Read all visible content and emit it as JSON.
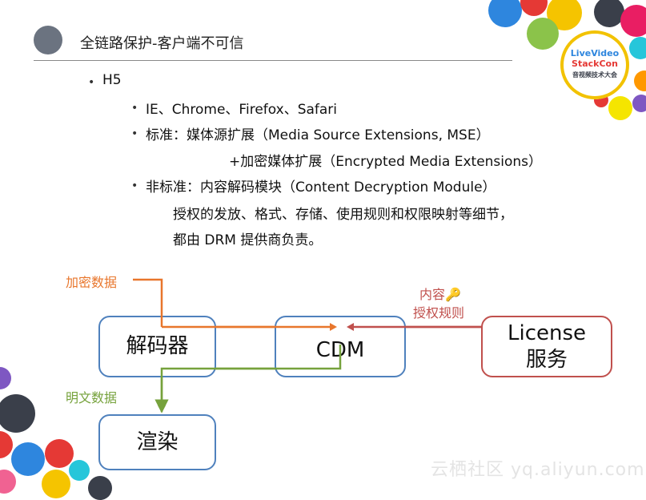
{
  "header": {
    "title": "全链路保护-客户端不可信"
  },
  "logo": {
    "line1": "LiveVideo",
    "line2": "StackCon",
    "line3": "音视频技术大会"
  },
  "content": {
    "h5": "H5",
    "browsers": "IE、Chrome、Firefox、Safari",
    "standard": "标准：媒体源扩展（Media Source Extensions, MSE）",
    "standard_cont": "+加密媒体扩展（Encrypted Media Extensions）",
    "nonstandard": "非标准：内容解码模块（Content Decryption Module）",
    "nonstandard_line2": "授权的发放、格式、存储、使用规则和权限映射等细节，",
    "nonstandard_line3": "都由 DRM 提供商负责。"
  },
  "diagram": {
    "decoder": "解码器",
    "cdm": "CDM",
    "license_line1": "License",
    "license_line2": "服务",
    "render": "渲染",
    "encrypted_data": "加密数据",
    "plain_data": "明文数据",
    "content_key_line1": "内容🔑",
    "content_key_line2": "授权规则"
  },
  "colors": {
    "orange": "#e8762c",
    "green": "#76a23c",
    "red": "#c0504d",
    "blue": "#4f81bd"
  },
  "watermark": "云栖社区 yq.aliyun.com"
}
